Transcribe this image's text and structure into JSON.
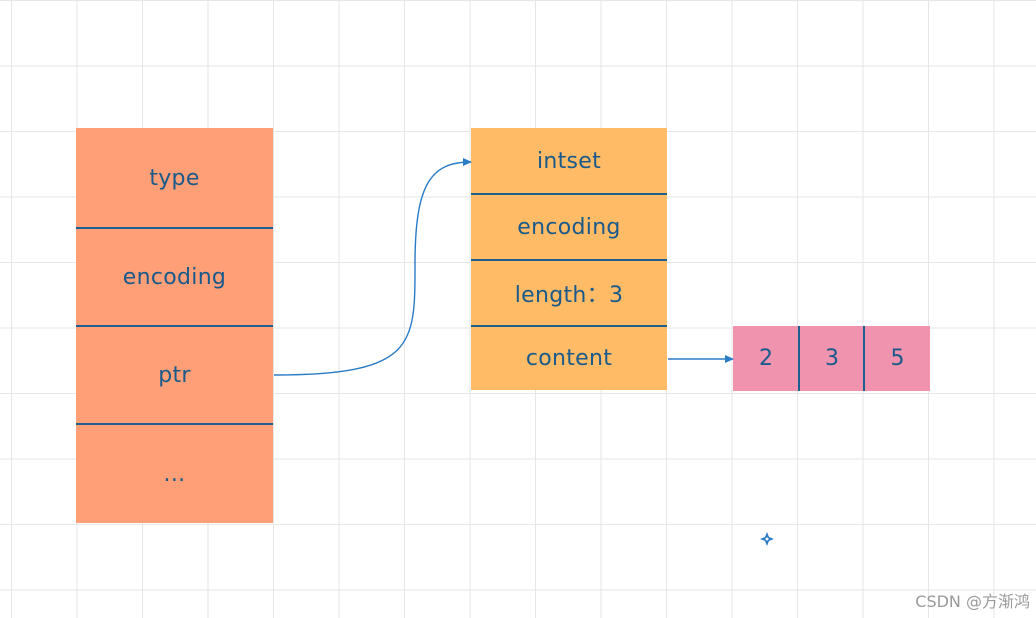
{
  "colors": {
    "redis_object_fill": "#ff9f77",
    "intset_fill": "#ffbb66",
    "array_fill": "#ef93af",
    "line_color": "#1f5f8f",
    "text_color": "#1a5a8a",
    "connector_color": "#2a7cc7",
    "grid_color": "#e6e6e6"
  },
  "redis_object": {
    "fields": [
      "type",
      "encoding",
      "ptr",
      "..."
    ]
  },
  "intset": {
    "fields": [
      "intset",
      "encoding",
      "length：3",
      "content"
    ]
  },
  "int_array": {
    "values": [
      "2",
      "3",
      "5"
    ]
  },
  "watermark": "CSDN @方渐鸿"
}
